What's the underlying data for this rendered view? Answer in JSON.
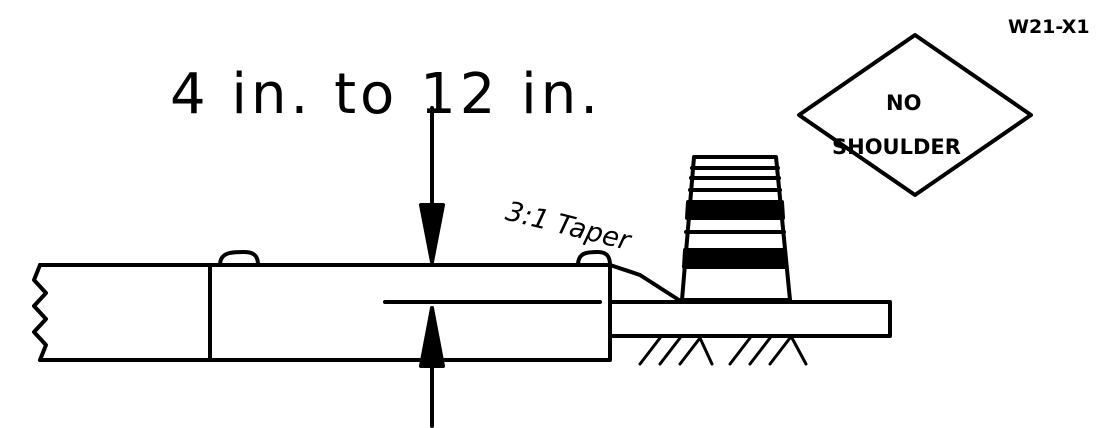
{
  "dimension": {
    "label": "4 in. to 12 in."
  },
  "sign": {
    "code": "W21-X1",
    "line1": "NO",
    "line2": "SHOULDER"
  },
  "taper": {
    "label": "3:1 Taper"
  }
}
